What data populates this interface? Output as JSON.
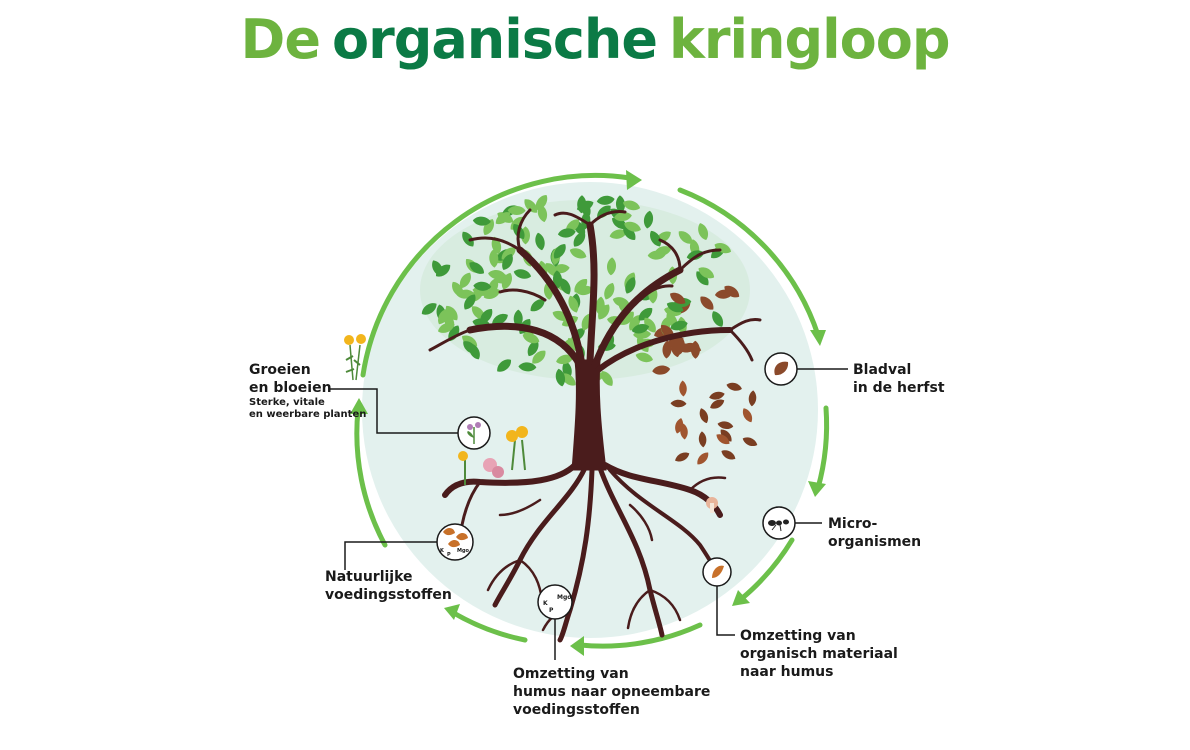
{
  "title": {
    "word1": "De",
    "word2": "organische",
    "word3": "kringloop",
    "color_light": "#6db33f",
    "color_dark": "#0b7a45"
  },
  "stages": {
    "bladval": {
      "line1": "Bladval",
      "line2": "in de herfst",
      "icon": "leaf-icon"
    },
    "micro": {
      "line1": "Micro-",
      "line2": "organismen",
      "icon": "ant-icon"
    },
    "omzetting_humus": {
      "line1": "Omzetting van",
      "line2": "organisch materiaal",
      "line3": "naar humus",
      "icon": "humus-icon"
    },
    "omzetting_voeding": {
      "line1": "Omzetting van",
      "line2": "humus naar opneembare",
      "line3": "voedingsstoffen",
      "icon": "nutrient-icon"
    },
    "natuurlijke": {
      "line1": "Natuurlijke",
      "line2": "voedingsstoffen",
      "icon": "nutrient-pellets-icon"
    },
    "groeien": {
      "line1": "Groeien",
      "line2": "en bloeien",
      "sub1": "Sterke, vitale",
      "sub2": "en weerbare planten",
      "icon": "flower-icon"
    }
  },
  "nutrient_labels": {
    "k": "K",
    "p": "P",
    "mgo": "Mgo"
  },
  "colors": {
    "arrow": "#6cc04a",
    "circle_fill": "#e3f1ee",
    "trunk": "#4a1c1c",
    "leaf_dark": "#3f9a3a",
    "leaf_light": "#7cc35a",
    "leaf_autumn": "#8b4a2b"
  }
}
